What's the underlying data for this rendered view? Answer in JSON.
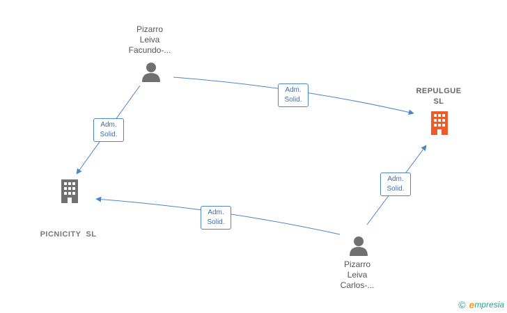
{
  "nodes": {
    "person_top": {
      "name_lines": [
        "Pizarro",
        "Leiva",
        "Facundo-..."
      ]
    },
    "person_bottom": {
      "name_lines": [
        "Pizarro",
        "Leiva",
        "Carlos-..."
      ]
    },
    "company_right": {
      "name_lines": [
        "REPULGUE",
        "SL"
      ]
    },
    "company_left": {
      "name_lines": [
        "PICNICITY  SL"
      ]
    }
  },
  "edges": [
    {
      "from": "person_top",
      "to": "company_right",
      "label_lines": [
        "Adm.",
        "Solid."
      ]
    },
    {
      "from": "person_top",
      "to": "company_left",
      "label_lines": [
        "Adm.",
        "Solid."
      ]
    },
    {
      "from": "person_bottom",
      "to": "company_left",
      "label_lines": [
        "Adm.",
        "Solid."
      ]
    },
    {
      "from": "person_bottom",
      "to": "company_right",
      "label_lines": [
        "Adm.",
        "Solid."
      ]
    }
  ],
  "colors": {
    "edge": "#4a86c8",
    "person_icon": "#707070",
    "company_icon": "#707070",
    "company_icon_highlight": "#f05a28"
  },
  "footer": {
    "copyright_symbol": "©",
    "brand_initial": "e",
    "brand_rest": "mpresia"
  }
}
